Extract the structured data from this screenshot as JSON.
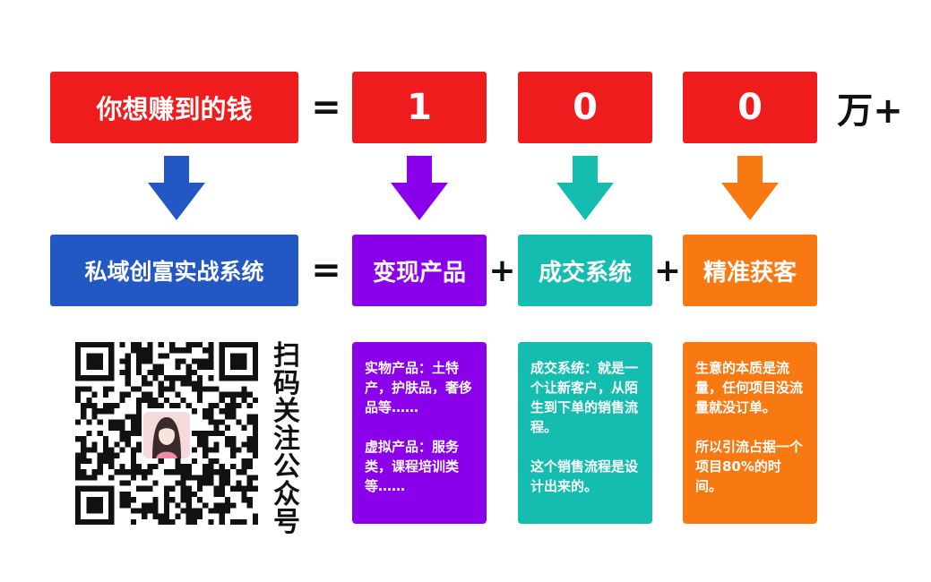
{
  "row1": {
    "goal_label": "你想赚到的钱",
    "equals": "=",
    "digits": [
      "1",
      "0",
      "0"
    ],
    "suffix": "万+"
  },
  "row2": {
    "system_label": "私域创富实战系统",
    "equals": "=",
    "plus": "+",
    "parts": [
      "变现产品",
      "成交系统",
      "精准获客"
    ]
  },
  "cards": {
    "products": [
      "实物产品：土特产，护肤品，奢侈品等……",
      "虚拟产品：服务类，课程培训类等……"
    ],
    "deal": [
      "成交系统：就是一个让新客户，从陌生到下单的销售流程。",
      "这个销售流程是设计出来的。"
    ],
    "traffic": [
      "生意的本质是流量，任何项目没流量就没订单。",
      "所以引流占据一个项目80%的时间。"
    ]
  },
  "qr": {
    "caption": "扫码关注公众号"
  },
  "colors": {
    "red": "#ee1c1c",
    "blue": "#2357c4",
    "purple": "#8a00ea",
    "teal": "#14bdb0",
    "orange": "#f87812"
  }
}
